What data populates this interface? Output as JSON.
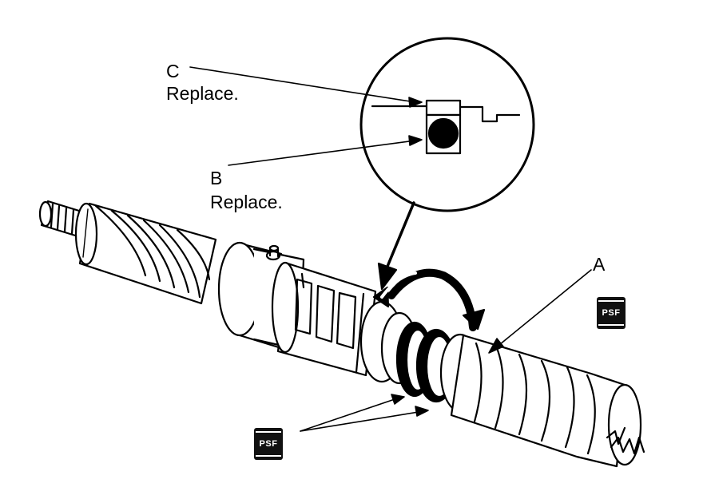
{
  "callouts": {
    "c": {
      "letter": "C",
      "note": "Replace."
    },
    "b": {
      "letter": "B",
      "note": "Replace."
    },
    "a": {
      "letter": "A"
    }
  },
  "fluid_badges": [
    {
      "label": "PSF"
    },
    {
      "label": "PSF"
    }
  ],
  "colors": {
    "ink": "#000000",
    "paper": "#ffffff",
    "badge": "#111111"
  },
  "icons": [
    "rotation-arrow-icon",
    "fluid-container-icon"
  ]
}
